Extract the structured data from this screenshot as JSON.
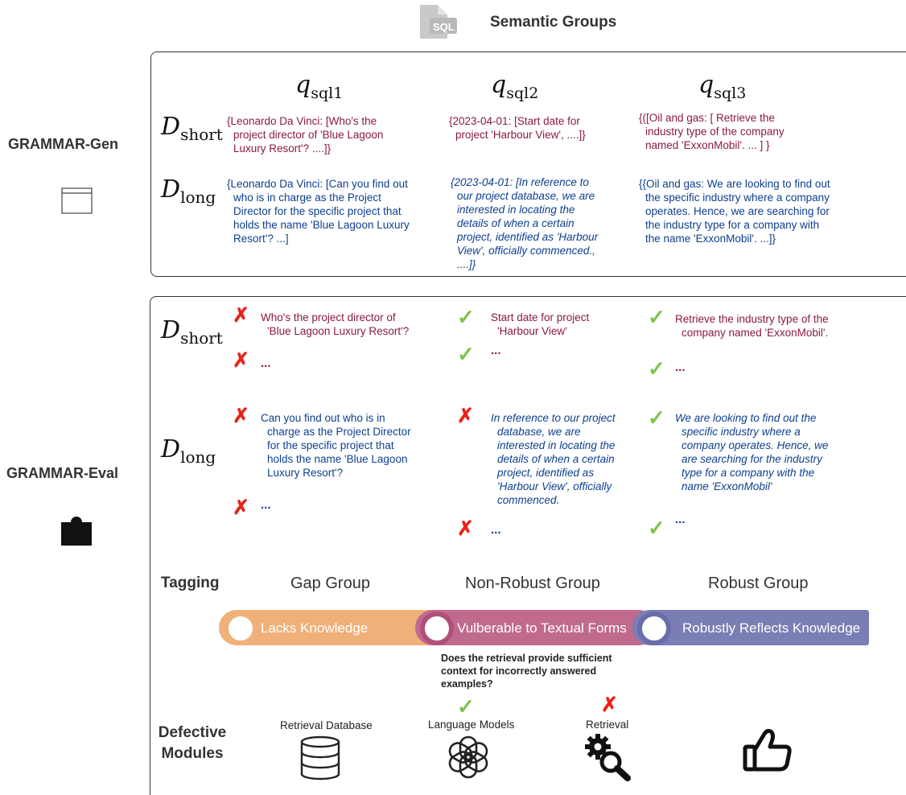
{
  "header": {
    "title": "Semantic Groups",
    "icon": "sql-file-icon",
    "icon_text": "SQL"
  },
  "gen": {
    "title": "GRAMMAR-Gen",
    "icon": "window-icon",
    "queries": [
      "sql1",
      "sql2",
      "sql3"
    ],
    "rows": [
      {
        "sub": "short",
        "cells": [
          "{Leonardo Da Vinci: [Who's the project director of 'Blue Lagoon Luxury Resort'? ....]}",
          "{2023-04-01: [Start date for project 'Harbour View', ....]}",
          "{([Oil and gas: [ Retrieve the industry type of the company named 'ExxonMobil'.  ... ] }"
        ]
      },
      {
        "sub": "long",
        "cells": [
          "{Leonardo Da Vinci: [Can you find out who is in charge as the Project Director for the specific project that holds the name 'Blue Lagoon Luxury Resort'? ...]",
          "{2023-04-01: [In reference to our project database, we are interested in locating the details of when a certain project, identified as 'Harbour View', officially commenced., ....]}",
          "{{Oil and gas: We are looking to find out the specific industry where a company operates. Hence, we are searching for the industry type for a company with the name 'ExxonMobil'. ...]}"
        ]
      }
    ]
  },
  "eval": {
    "title": "GRAMMAR-Eval",
    "icon": "puzzle-piece-icon",
    "rows": [
      {
        "sub": "short",
        "cells": [
          {
            "marks": [
              "x",
              "x"
            ],
            "text": "Who's the project director of 'Blue Lagoon Luxury Resort'?",
            "dots": "..."
          },
          {
            "marks": [
              "check",
              "check"
            ],
            "text": "Start date for project 'Harbour View'",
            "dots": "..."
          },
          {
            "marks": [
              "check",
              "check"
            ],
            "text": "Retrieve the industry type of the company named 'ExxonMobil'.",
            "dots": "..."
          }
        ]
      },
      {
        "sub": "long",
        "cells": [
          {
            "marks": [
              "x",
              "x"
            ],
            "text": "Can you find out who is in charge as the Project Director for the specific project that holds the name 'Blue Lagoon Luxury Resort'?",
            "dots": "..."
          },
          {
            "marks": [
              "x",
              "x"
            ],
            "text": "In reference to our project database, we are interested in locating the details of when a certain project, identified as 'Harbour View', officially commenced.",
            "dots": "..."
          },
          {
            "marks": [
              "check",
              "check"
            ],
            "text": "We are looking to find out the specific industry where a company operates. Hence, we are searching for the industry type for a company with the name 'ExxonMobil'",
            "dots": "..."
          }
        ]
      }
    ]
  },
  "tagging": {
    "title": "Tagging",
    "groups": [
      {
        "name": "Gap Group",
        "label": "Lacks Knowledge",
        "color": "#f0b07a",
        "ring": "#f0b07a"
      },
      {
        "name": "Non-Robust Group",
        "label": "Vulberable to Textual Forms",
        "color": "#c06a8e",
        "ring": "#b0507a"
      },
      {
        "name": "Robust Group",
        "label": "Robustly Reflects Knowledge",
        "color": "#7a7eb4",
        "ring": "#6a6ea8"
      }
    ],
    "question": "Does the retrieval provide sufficient context for  incorrectly answered examples?"
  },
  "defective": {
    "title": "Defective Modules",
    "modules": [
      {
        "label": "Retrieval Database",
        "icon": "database-icon",
        "mark": ""
      },
      {
        "label": "Language Models",
        "icon": "openai-logo-icon",
        "mark": "check"
      },
      {
        "label": "Retrieval",
        "icon": "gear-search-icon",
        "mark": "x"
      },
      {
        "label": "",
        "icon": "thumbs-up-icon",
        "mark": ""
      }
    ]
  },
  "glyphs": {
    "x": "✗",
    "check": "✓",
    "math_letter": "D",
    "q_letter": "q"
  },
  "colors": {
    "maroon": "#8b1a3e",
    "blue": "#0d3f8f",
    "cross": "#e8231c",
    "check": "#7cc34a"
  }
}
